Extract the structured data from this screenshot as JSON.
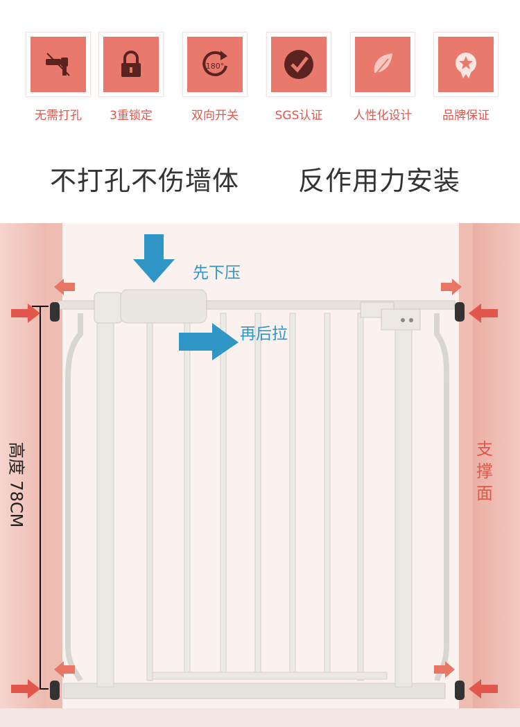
{
  "features": [
    {
      "icon": "drill-crossed-icon",
      "label": "无需打孔"
    },
    {
      "icon": "lock-icon",
      "label": "3重锁定"
    },
    {
      "icon": "rotate-180-icon",
      "label": "双向开关",
      "icon_text": "180°"
    },
    {
      "icon": "check-circle-icon",
      "label": "SGS认证"
    },
    {
      "icon": "leaf-icon",
      "label": "人性化设计"
    },
    {
      "icon": "award-star-icon",
      "label": "品牌保证"
    }
  ],
  "headline": {
    "left": "不打孔不伤墙体",
    "right": "反作用力安装"
  },
  "annotations": {
    "press_down": "先下压",
    "pull_back": "再后拉",
    "height": "高度 78CM",
    "support": [
      "支",
      "撑",
      "面"
    ]
  },
  "colors": {
    "accent": "#e9786d",
    "label_red": "#e2574c",
    "arrow_blue": "#2f96c6",
    "wall": "#efbcb2"
  }
}
